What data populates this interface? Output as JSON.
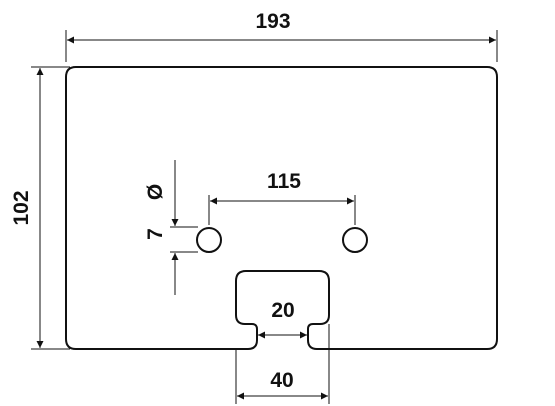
{
  "drawing": {
    "overall_width": "193",
    "overall_height": "102",
    "hole_spacing": "115",
    "hole_diameter_symbol": "Ø",
    "hole_diameter_value": "7",
    "slot_neck_width": "20",
    "slot_width": "40"
  },
  "colors": {
    "line": "#111111",
    "background": "#ffffff"
  }
}
